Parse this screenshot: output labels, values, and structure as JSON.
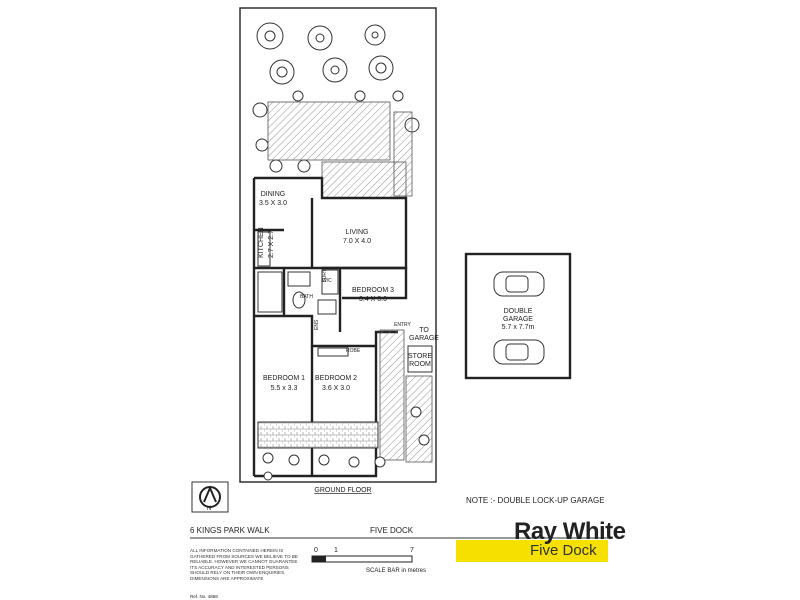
{
  "rooms": {
    "dining": {
      "name": "DINING",
      "size": "3.5 X 3.0"
    },
    "kitchen": {
      "name": "KITCHEN",
      "size": "2.7 X 2.7"
    },
    "living": {
      "name": "LIVING",
      "size": "7.0 X 4.0"
    },
    "bedroom3": {
      "name": "BEDROOM 3",
      "size": "3.4 X 3.0"
    },
    "bath": "BATH",
    "wc": "W/C",
    "ldry": "LDRY",
    "ens": "ENS",
    "robe": "ROBE",
    "entry": "ENTRY",
    "bedroom1": {
      "name": "BEDROOM 1",
      "size": "5.5 x 3.3"
    },
    "bedroom2": {
      "name": "BEDROOM 2",
      "size": "3.6 X 3.0"
    },
    "store": {
      "line1": "STORE",
      "line2": "ROOM"
    },
    "garage": {
      "line1": "DOUBLE",
      "line2": "GARAGE",
      "size": "5.7 x 7.7m"
    }
  },
  "to_garage": {
    "line1": "TO",
    "line2": "GARAGE"
  },
  "floor_label": "GROUND FLOOR",
  "note": "NOTE :- DOUBLE LOCK-UP GARAGE",
  "address": "6 KINGS PARK WALK",
  "suburb": "FIVE DOCK",
  "scale": {
    "ticks": [
      "0",
      "1",
      "7"
    ],
    "label": "SCALE BAR in metres"
  },
  "north": "N",
  "disclaimer": "ALL INFORMATION CONTAINED HEREIN IS GATHERED FROM SOURCES WE BELIEVE TO BE RELIABLE. HOWEVER WE CANNOT GUARANTEE ITS ACCURACY AND INTERESTED PERSONS SHOULD RELY ON THEIR OWN ENQUIRIES. DIMENSIONS ARE APPROXIMATE",
  "ref": "Ref. No. 4868",
  "brand": {
    "name": "Ray White",
    "office": "Five Dock",
    "color": "#f5e000"
  }
}
